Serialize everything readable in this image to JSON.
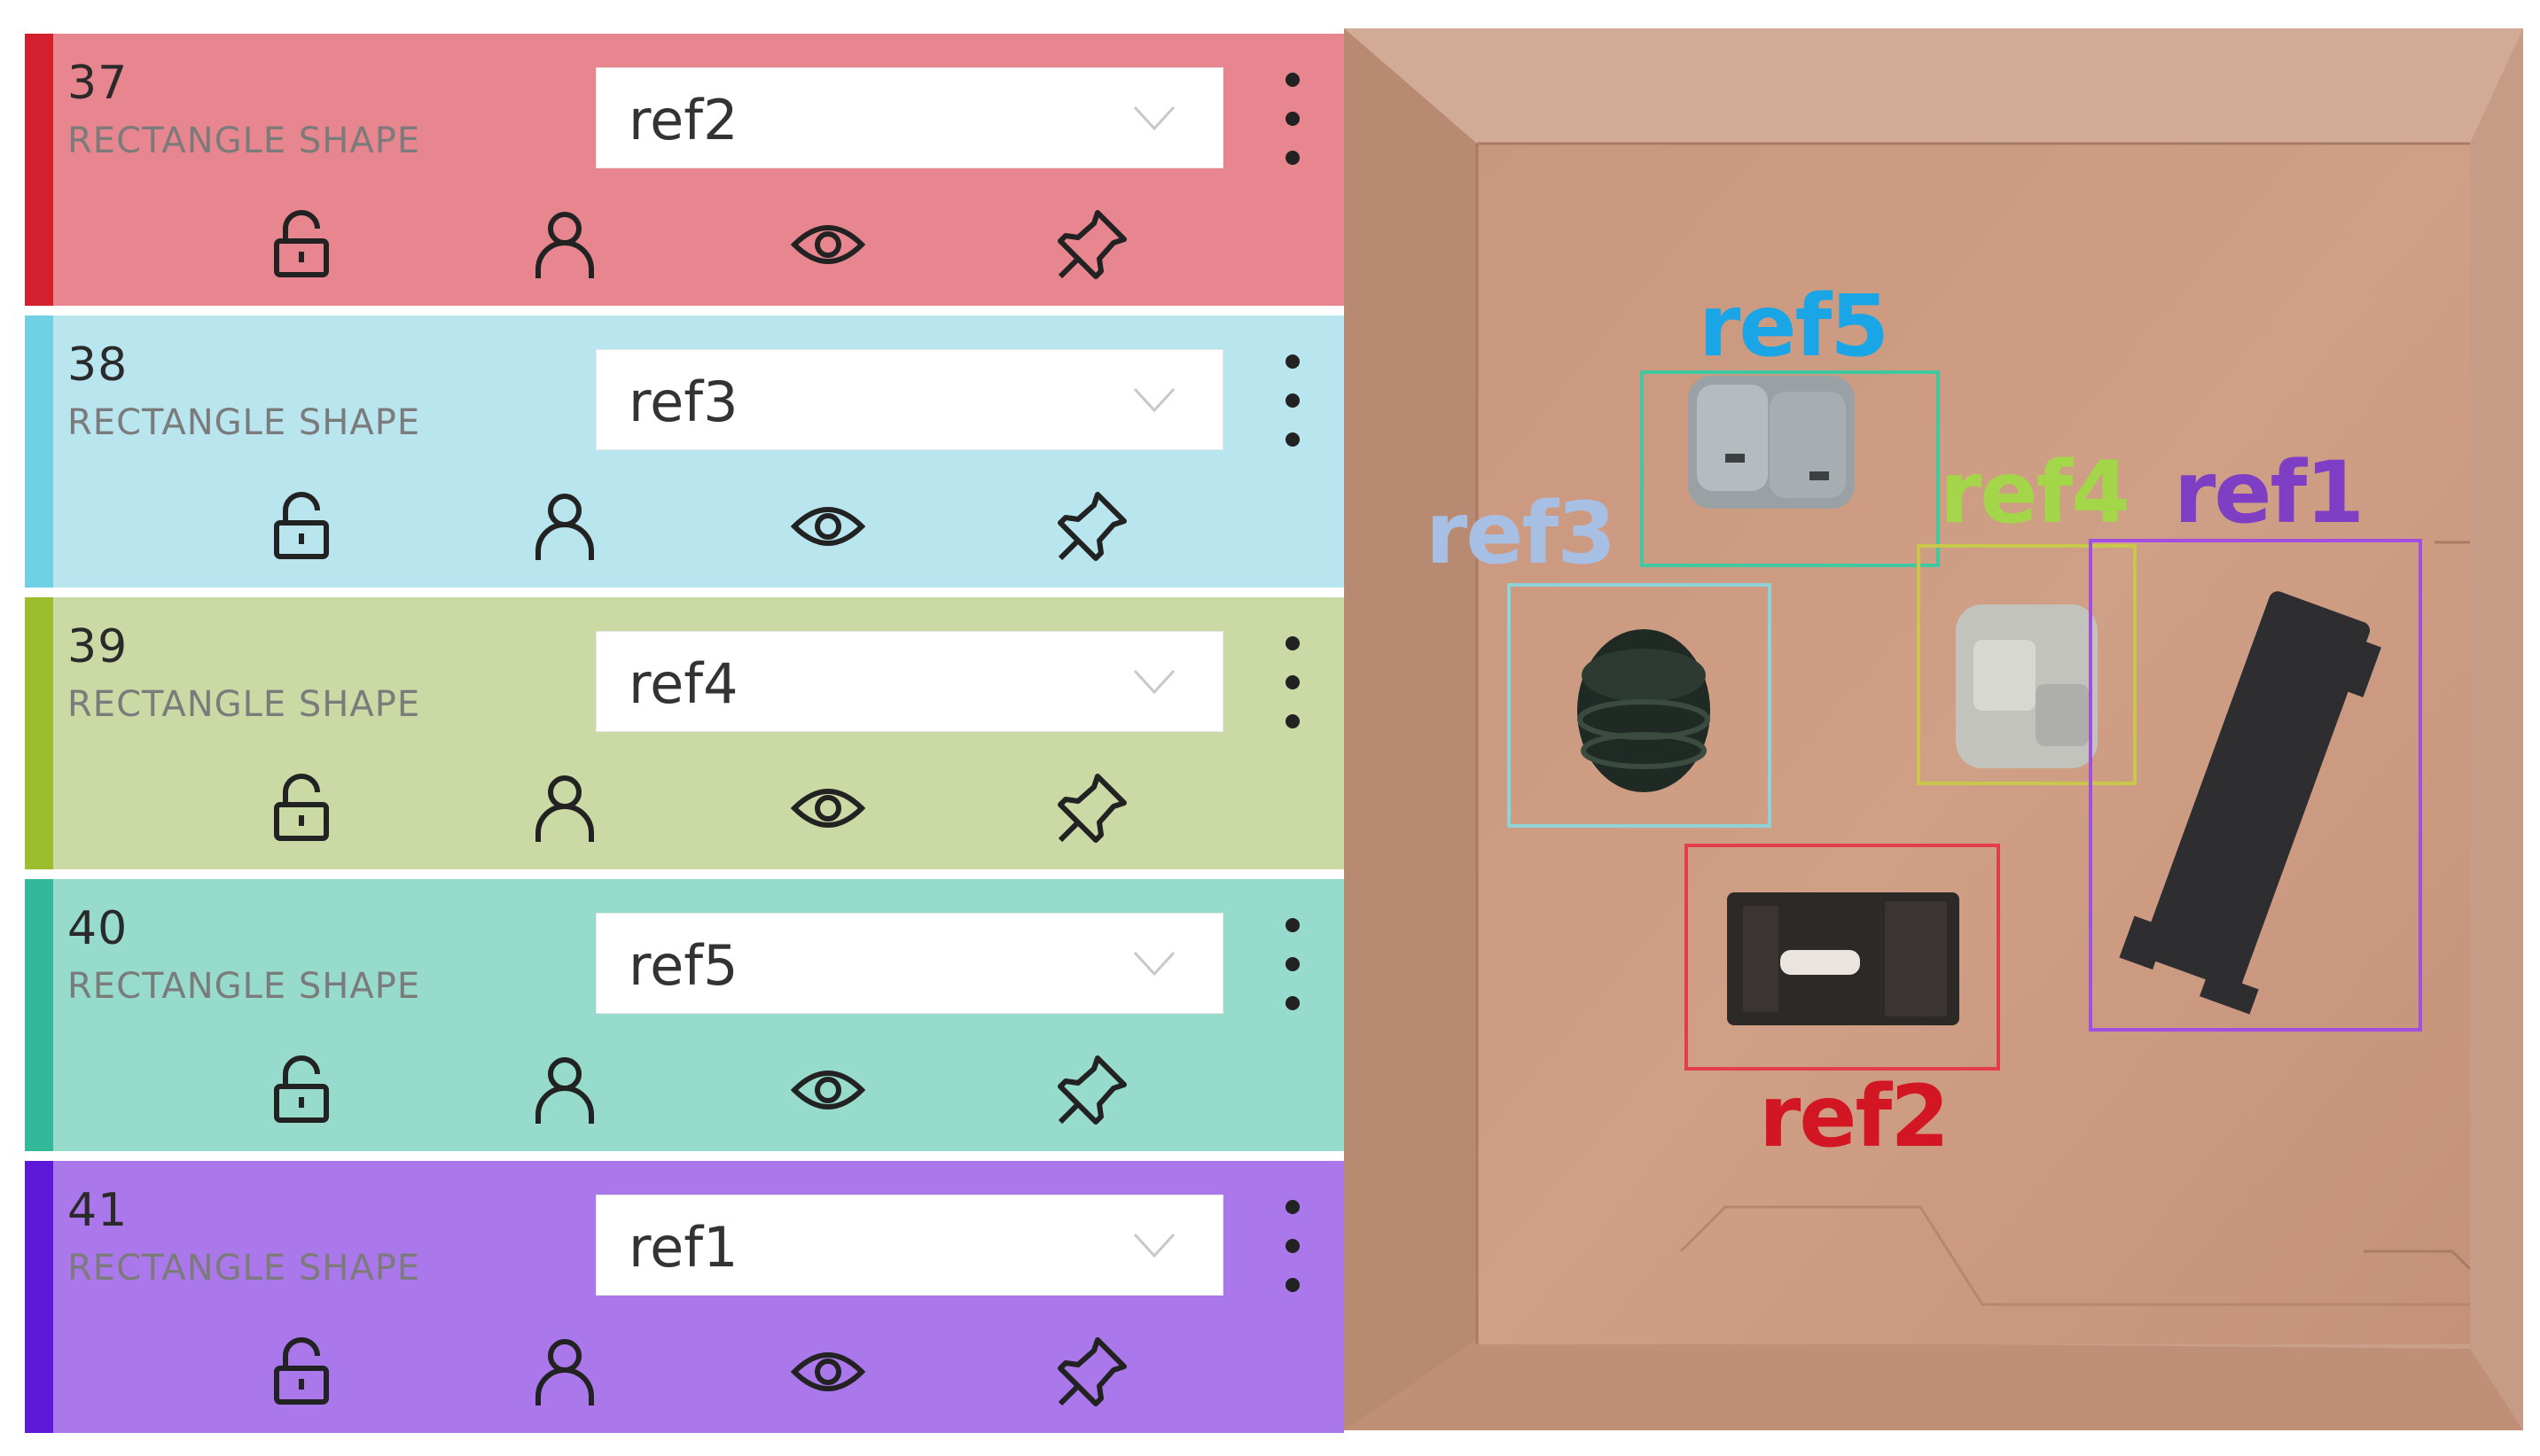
{
  "shape_list": [
    {
      "id": "37",
      "type": "RECTANGLE SHAPE",
      "label": "ref2",
      "bg_color": "#e8868f",
      "accent_color": "#d4202e"
    },
    {
      "id": "38",
      "type": "RECTANGLE SHAPE",
      "label": "ref3",
      "bg_color": "#b8e5ee",
      "accent_color": "#6fd0e6"
    },
    {
      "id": "39",
      "type": "RECTANGLE SHAPE",
      "label": "ref4",
      "bg_color": "#cbdaa4",
      "accent_color": "#9bbd2e"
    },
    {
      "id": "40",
      "type": "RECTANGLE SHAPE",
      "label": "ref5",
      "bg_color": "#97dbcc",
      "accent_color": "#34b89a"
    },
    {
      "id": "41",
      "type": "RECTANGLE SHAPE",
      "label": "ref1",
      "bg_color": "#aa78ea",
      "accent_color": "#5d18d8"
    }
  ],
  "row_icons": [
    "lock-open-icon",
    "user-icon",
    "eye-icon",
    "pin-icon"
  ],
  "scene": {
    "boxes": [
      {
        "label": "ref5",
        "color": "#1aa6e6",
        "box_color": "#40c9a0"
      },
      {
        "label": "ref3",
        "color": "#a7bfe2",
        "box_color": "#8fd3d8"
      },
      {
        "label": "ref4",
        "color": "#a4d64a",
        "box_color": "#c9c84a"
      },
      {
        "label": "ref1",
        "color": "#7f3fc4",
        "box_color": "#a24fe0"
      },
      {
        "label": "ref2",
        "color": "#d31623",
        "box_color": "#e33d4b"
      }
    ]
  }
}
